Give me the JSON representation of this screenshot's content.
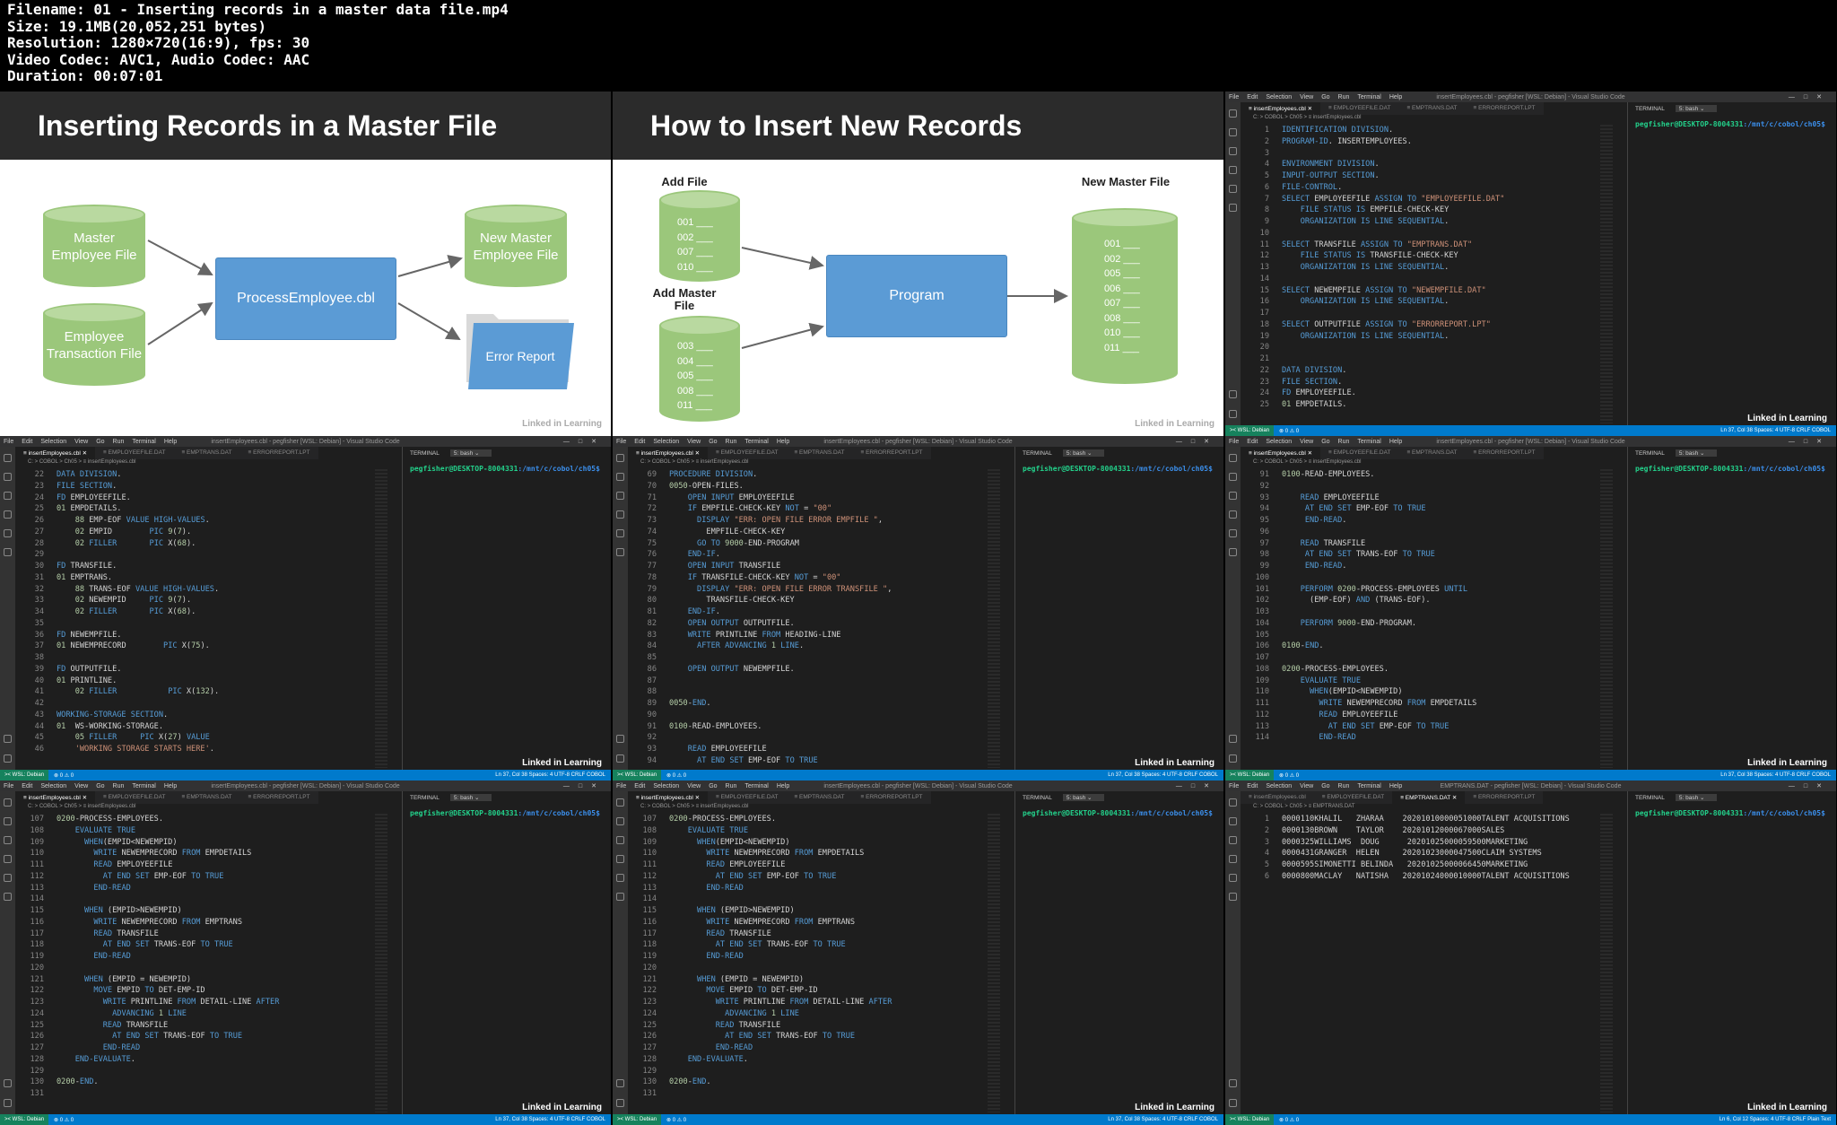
{
  "header": {
    "lines": [
      "Filename: 01 - Inserting records in a master data file.mp4",
      "Size: 19.1MB(20,052,251 bytes)",
      "Resolution: 1280×720(16:9), fps: 30",
      "Video Codec: AVC1, Audio Codec: AAC",
      "Duration: 00:07:01"
    ]
  },
  "slide1": {
    "title": "Inserting Records in a Master File",
    "master": "Master Employee File",
    "transaction": "Employee Transaction File",
    "process": "ProcessEmployee.cbl",
    "new_master": "New Master Employee File",
    "error": "Error Report",
    "watermark": "Linked in Learning"
  },
  "slide2": {
    "title": "How to Insert New Records",
    "add_file": "Add File",
    "add_rows": [
      "001 ___",
      "002 ___",
      "007 ___",
      "010 ___"
    ],
    "add_master": "Add Master File",
    "master_rows": [
      "003 ___",
      "004 ___",
      "005 ___",
      "008 ___",
      "011 ___"
    ],
    "program": "Program",
    "new_master": "New Master File",
    "new_rows": [
      "001 ___",
      "002 ___",
      "005 ___",
      "006 ___",
      "007 ___",
      "008 ___",
      "010 ___",
      "011 ___"
    ],
    "watermark": "Linked in Learning"
  },
  "ui": {
    "menu": [
      "File",
      "Edit",
      "Selection",
      "View",
      "Go",
      "Run",
      "Terminal",
      "Help"
    ],
    "window_title": "insertEmployees.cbl - pegfisher [WSL: Debian] - Visual Studio Code",
    "window_title_dat": "EMPTRANS.DAT - pegfisher [WSL: Debian] - Visual Studio Code",
    "tabs": [
      "insertEmployees.cbl",
      "EMPLOYEEFILE.DAT",
      "EMPTRANS.DAT",
      "ERRORREPORT.LPT"
    ],
    "breadcrumb": "C: > COBOL > Ch05 > ≡ insertEmployees.cbl",
    "breadcrumb_dat": "C: > COBOL > Ch05 > ≡ EMPTRANS.DAT",
    "terminal_label": "TERMINAL",
    "terminal_select": "5: bash",
    "prompt_user": "pegfisher@DESKTOP-8004331",
    "prompt_path": ":/mnt/c/cobol/ch05$",
    "status_wsl": "WSL: Debian",
    "status_left": "⊗ 0 ⚠ 0",
    "status_right": "Ln 37, Col 38   Spaces: 4   UTF-8   CRLF   COBOL",
    "status_right_dat": "Ln 6, Col 12   Spaces: 4   UTF-8   CRLF   Plain Text",
    "watermark": "Linked in Learning"
  },
  "editors": [
    {
      "start": 1,
      "lines": [
        "IDENTIFICATION DIVISION.",
        "PROGRAM-ID. INSERTEMPLOYEES.",
        "",
        "ENVIRONMENT DIVISION.",
        "INPUT-OUTPUT SECTION.",
        "FILE-CONTROL.",
        "SELECT EMPLOYEEFILE ASSIGN TO \"EMPLOYEEFILE.DAT\"",
        "    FILE STATUS IS EMPFILE-CHECK-KEY",
        "    ORGANIZATION IS LINE SEQUENTIAL.",
        "",
        "SELECT TRANSFILE ASSIGN TO \"EMPTRANS.DAT\"",
        "    FILE STATUS IS TRANSFILE-CHECK-KEY",
        "    ORGANIZATION IS LINE SEQUENTIAL.",
        "",
        "SELECT NEWEMPFILE ASSIGN TO \"NEWEMPFILE.DAT\"",
        "    ORGANIZATION IS LINE SEQUENTIAL.",
        "",
        "SELECT OUTPUTFILE ASSIGN TO \"ERRORREPORT.LPT\"",
        "    ORGANIZATION IS LINE SEQUENTIAL.",
        "",
        "",
        "DATA DIVISION.",
        "FILE SECTION.",
        "FD EMPLOYEEFILE.",
        "01 EMPDETAILS."
      ]
    },
    {
      "start": 22,
      "lines": [
        "DATA DIVISION.",
        "FILE SECTION.",
        "FD EMPLOYEEFILE.",
        "01 EMPDETAILS.",
        "    88 EMP-EOF VALUE HIGH-VALUES.",
        "    02 EMPID        PIC 9(7).",
        "    02 FILLER       PIC X(68).",
        "",
        "FD TRANSFILE.",
        "01 EMPTRANS.",
        "    88 TRANS-EOF VALUE HIGH-VALUES.",
        "    02 NEWEMPID     PIC 9(7).",
        "    02 FILLER       PIC X(68).",
        "",
        "FD NEWEMPFILE.",
        "01 NEWEMPRECORD        PIC X(75).",
        "",
        "FD OUTPUTFILE.",
        "01 PRINTLINE.",
        "    02 FILLER           PIC X(132).",
        "",
        "WORKING-STORAGE SECTION.",
        "01  WS-WORKING-STORAGE.",
        "    05 FILLER     PIC X(27) VALUE",
        "    'WORKING STORAGE STARTS HERE'."
      ]
    },
    {
      "start": 69,
      "lines": [
        "PROCEDURE DIVISION.",
        "0050-OPEN-FILES.",
        "    OPEN INPUT EMPLOYEEFILE",
        "    IF EMPFILE-CHECK-KEY NOT = \"00\"",
        "      DISPLAY \"ERR: OPEN FILE ERROR EMPFILE \",",
        "        EMPFILE-CHECK-KEY",
        "      GO TO 9000-END-PROGRAM",
        "    END-IF.",
        "    OPEN INPUT TRANSFILE",
        "    IF TRANSFILE-CHECK-KEY NOT = \"00\"",
        "      DISPLAY \"ERR: OPEN FILE ERROR TRANSFILE \",",
        "        TRANSFILE-CHECK-KEY",
        "    END-IF.",
        "    OPEN OUTPUT OUTPUTFILE.",
        "    WRITE PRINTLINE FROM HEADING-LINE",
        "      AFTER ADVANCING 1 LINE.",
        "",
        "    OPEN OUTPUT NEWEMPFILE.",
        "",
        "",
        "0050-END.",
        "",
        "0100-READ-EMPLOYEES.",
        "",
        "    READ EMPLOYEEFILE",
        "      AT END SET EMP-EOF TO TRUE"
      ]
    },
    {
      "start": 91,
      "lines": [
        "0100-READ-EMPLOYEES.",
        "",
        "    READ EMPLOYEEFILE",
        "     AT END SET EMP-EOF TO TRUE",
        "     END-READ.",
        "",
        "    READ TRANSFILE",
        "     AT END SET TRANS-EOF TO TRUE",
        "     END-READ.",
        "",
        "    PERFORM 0200-PROCESS-EMPLOYEES UNTIL",
        "      (EMP-EOF) AND (TRANS-EOF).",
        "",
        "    PERFORM 9000-END-PROGRAM.",
        "",
        "0100-END.",
        "",
        "0200-PROCESS-EMPLOYEES.",
        "    EVALUATE TRUE",
        "      WHEN(EMPID<NEWEMPID)",
        "        WRITE NEWEMPRECORD FROM EMPDETAILS",
        "        READ EMPLOYEEFILE",
        "          AT END SET EMP-EOF TO TRUE",
        "        END-READ"
      ]
    },
    {
      "start": 107,
      "lines": [
        "0200-PROCESS-EMPLOYEES.",
        "    EVALUATE TRUE",
        "      WHEN(EMPID<NEWEMPID)",
        "        WRITE NEWEMPRECORD FROM EMPDETAILS",
        "        READ EMPLOYEEFILE",
        "          AT END SET EMP-EOF TO TRUE",
        "        END-READ",
        "",
        "      WHEN (EMPID>NEWEMPID)",
        "        WRITE NEWEMPRECORD FROM EMPTRANS",
        "        READ TRANSFILE",
        "          AT END SET TRANS-EOF TO TRUE",
        "        END-READ",
        "",
        "      WHEN (EMPID = NEWEMPID)",
        "        MOVE EMPID TO DET-EMP-ID",
        "          WRITE PRINTLINE FROM DETAIL-LINE AFTER",
        "            ADVANCING 1 LINE",
        "          READ TRANSFILE",
        "            AT END SET TRANS-EOF TO TRUE",
        "          END-READ",
        "    END-EVALUATE.",
        "",
        "0200-END.",
        ""
      ]
    },
    {
      "start": 107,
      "lines": [
        "0200-PROCESS-EMPLOYEES.",
        "    EVALUATE TRUE",
        "      WHEN(EMPID<NEWEMPID)",
        "        WRITE NEWEMPRECORD FROM EMPDETAILS",
        "        READ EMPLOYEEFILE",
        "          AT END SET EMP-EOF TO TRUE",
        "        END-READ",
        "",
        "      WHEN (EMPID>NEWEMPID)",
        "        WRITE NEWEMPRECORD FROM EMPTRANS",
        "        READ TRANSFILE",
        "          AT END SET TRANS-EOF TO TRUE",
        "        END-READ",
        "",
        "      WHEN (EMPID = NEWEMPID)",
        "        MOVE EMPID TO DET-EMP-ID",
        "          WRITE PRINTLINE FROM DETAIL-LINE AFTER",
        "            ADVANCING 1 LINE",
        "          READ TRANSFILE",
        "            AT END SET TRANS-EOF TO TRUE",
        "          END-READ",
        "    END-EVALUATE.",
        "",
        "0200-END.",
        ""
      ]
    },
    {
      "start": 1,
      "lines": [
        "0000110KHALIL   ZHARAA    20201010000051000TALENT ACQUISITIONS",
        "0000130BROWN    TAYLOR    20201012000067000SALES",
        "0000325WILLIAMS  DOUG      20201025000059500MARKETING",
        "0000431GRANGER  HELEN     20201023000047500CLAIM SYSTEMS",
        "0000595SIMONETTI BELINDA   20201025000066450MARKETING",
        "0000800MACLAY   NATISHA   20201024000010000TALENT ACQUISITIONS"
      ]
    }
  ]
}
